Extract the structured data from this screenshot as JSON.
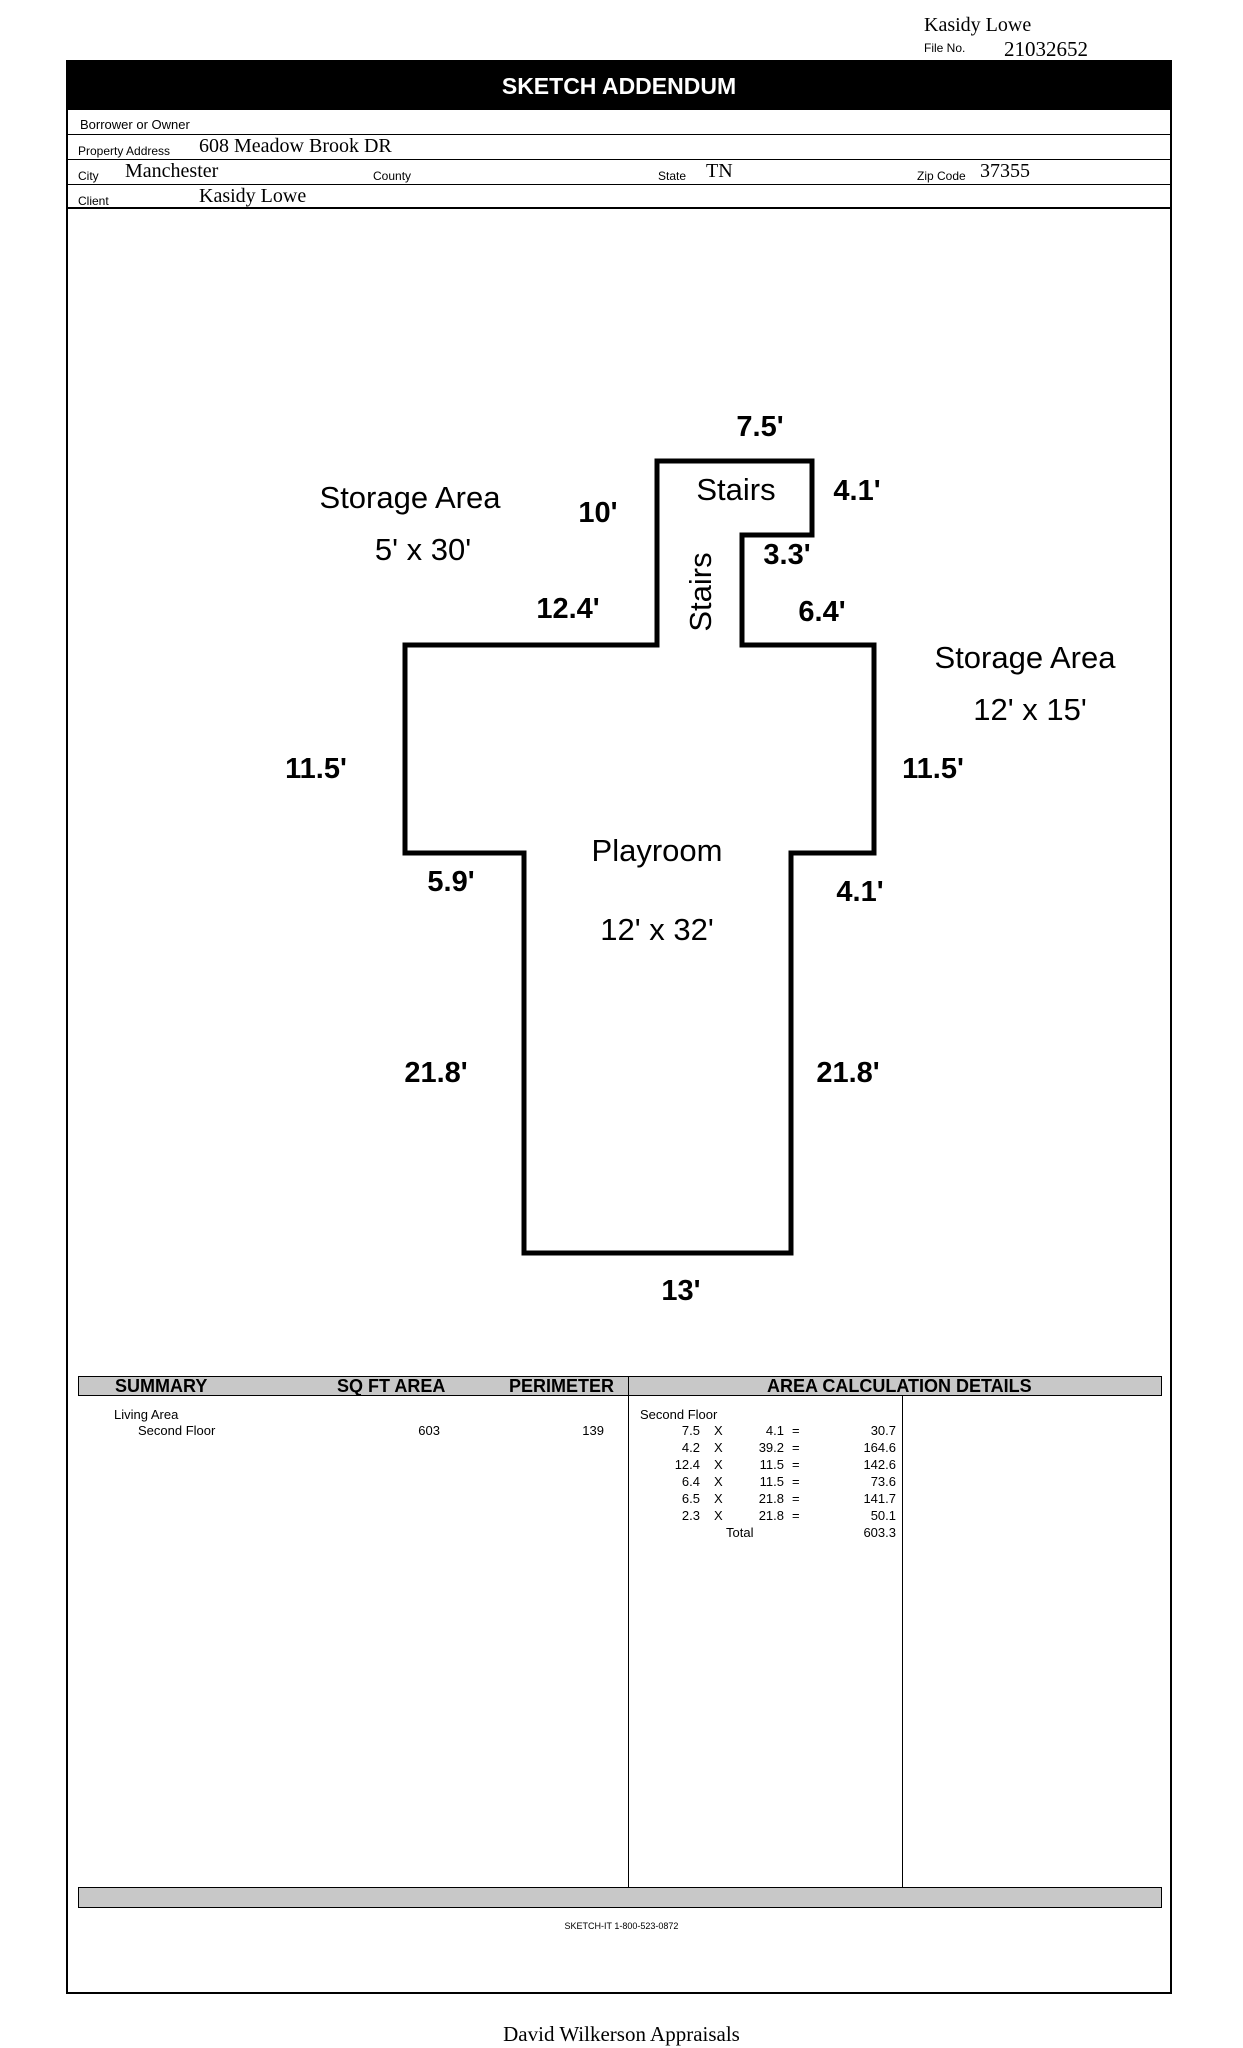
{
  "header": {
    "name": "Kasidy Lowe",
    "file_no_label": "File No.",
    "file_no": "21032652",
    "title": "SKETCH ADDENDUM"
  },
  "info": {
    "borrower_label": "Borrower or Owner",
    "borrower_value": "",
    "address_label": "Property Address",
    "address_value": "608 Meadow Brook DR",
    "city_label": "City",
    "city_value": "Manchester",
    "county_label": "County",
    "county_value": "",
    "state_label": "State",
    "state_value": "TN",
    "zip_label": "Zip Code",
    "zip_value": "37355",
    "client_label": "Client",
    "client_value": "Kasidy Lowe"
  },
  "sketch": {
    "rooms": {
      "storage_left_name": "Storage Area",
      "storage_left_size": "5' x 30'",
      "storage_right_name": "Storage Area",
      "storage_right_size": "12' x 15'",
      "stairs_top": "Stairs",
      "stairs_vertical": "Stairs",
      "playroom_name": "Playroom",
      "playroom_size": "12' x 32'"
    },
    "dimensions": {
      "top": "7.5'",
      "stairs_right": "4.1'",
      "stairs_left": "10'",
      "notch": "3.3'",
      "upper_left": "12.4'",
      "upper_right": "6.4'",
      "left_side": "11.5'",
      "right_side": "11.5'",
      "left_step": "5.9'",
      "right_step": "4.1'",
      "lower_left": "21.8'",
      "lower_right": "21.8'",
      "bottom": "13'"
    }
  },
  "summary": {
    "headers": {
      "summary": "SUMMARY",
      "sqft": "SQ FT AREA",
      "perimeter": "PERIMETER",
      "details": "AREA CALCULATION DETAILS"
    },
    "category": "Living Area",
    "row_name": "Second Floor",
    "row_sqft": "603",
    "row_perimeter": "139",
    "calc_title": "Second Floor",
    "calc_rows": [
      {
        "a": "7.5",
        "op": "X",
        "b": "4.1",
        "eq": "=",
        "r": "30.7"
      },
      {
        "a": "4.2",
        "op": "X",
        "b": "39.2",
        "eq": "=",
        "r": "164.6"
      },
      {
        "a": "12.4",
        "op": "X",
        "b": "11.5",
        "eq": "=",
        "r": "142.6"
      },
      {
        "a": "6.4",
        "op": "X",
        "b": "11.5",
        "eq": "=",
        "r": "73.6"
      },
      {
        "a": "6.5",
        "op": "X",
        "b": "21.8",
        "eq": "=",
        "r": "141.7"
      },
      {
        "a": "2.3",
        "op": "X",
        "b": "21.8",
        "eq": "=",
        "r": "50.1"
      }
    ],
    "total_label": "Total",
    "total_value": "603.3"
  },
  "footer": {
    "sketchit": "SKETCH-IT 1-800-523-0872",
    "company": "David Wilkerson Appraisals"
  }
}
